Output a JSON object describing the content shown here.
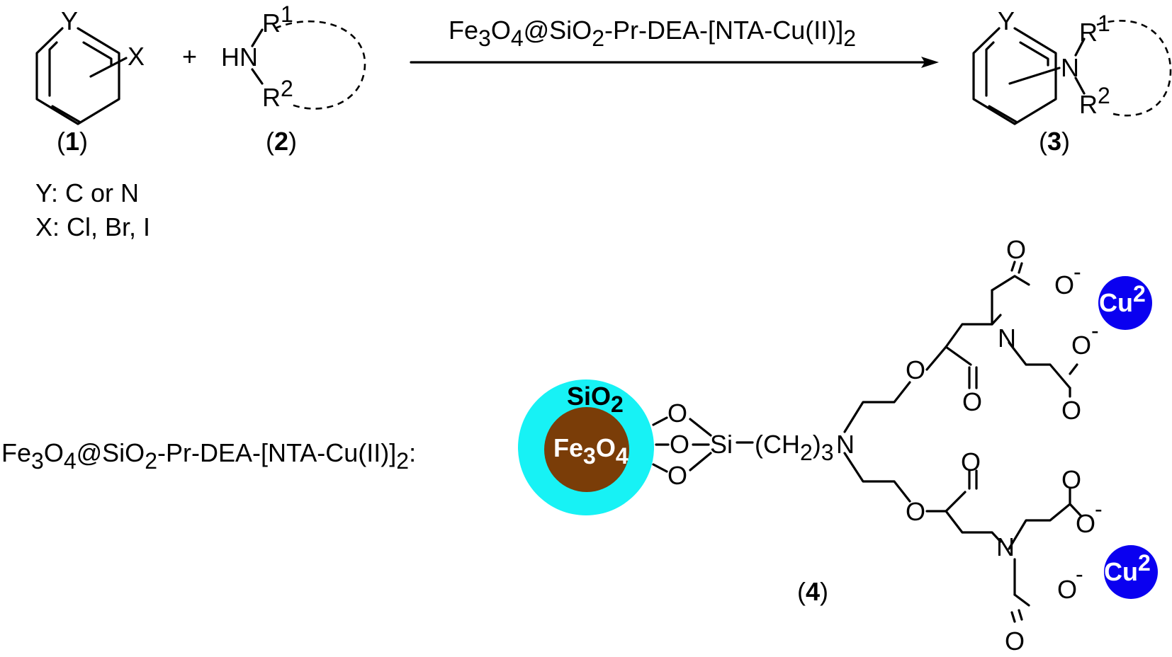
{
  "reaction": {
    "catalyst": {
      "a": "Fe",
      "b": "3",
      "c": "O",
      "d": "4",
      "e": "@SiO",
      "f": "2",
      "g": "-Pr-DEA-[NTA-Cu(II)]",
      "h": "2"
    }
  },
  "compound1": {
    "ring_atom": "Y",
    "substituent": "X",
    "label_open": "(",
    "label_num": "1",
    "label_close": ")"
  },
  "plus": "+",
  "compound2": {
    "amine": "HN",
    "r1": "R",
    "r1_sup": "1",
    "r2": "R",
    "r2_sup": "2",
    "label_open": "(",
    "label_num": "2",
    "label_close": ")"
  },
  "compound3": {
    "ring_atom": "Y",
    "nitrogen": "N",
    "r1": "R",
    "r1_sup": "1",
    "r2": "R",
    "r2_sup": "2",
    "label_open": "(",
    "label_num": "3",
    "label_close": ")"
  },
  "legend": {
    "line1": "Y: C or N",
    "line2": "X: Cl, Br, I"
  },
  "catalyst_definition": {
    "a": "Fe",
    "b": "3",
    "c": "O",
    "d": "4",
    "e": "@SiO",
    "f": "2",
    "g": "-Pr-DEA-[NTA-Cu(II)]",
    "h": "2",
    "i": ":"
  },
  "nanoparticle": {
    "shell": "SiO",
    "shell_sub": "2",
    "core_a": "Fe",
    "core_b": "3",
    "core_c": "O",
    "core_d": "4",
    "shell_color": "#17f2f5",
    "core_color": "#7a3d08"
  },
  "structure4": {
    "oxygen": "O",
    "silicon": "Si",
    "chain": "(CH",
    "chain_sub2": "2",
    "chain_close": ")",
    "chain_sub3": "3",
    "nitrogen": "N",
    "minus": "-",
    "copper": "Cu",
    "copper_sup": "2",
    "copper_color": "#0a00f0",
    "label_open": "(",
    "label_num": "4",
    "label_close": ")"
  }
}
